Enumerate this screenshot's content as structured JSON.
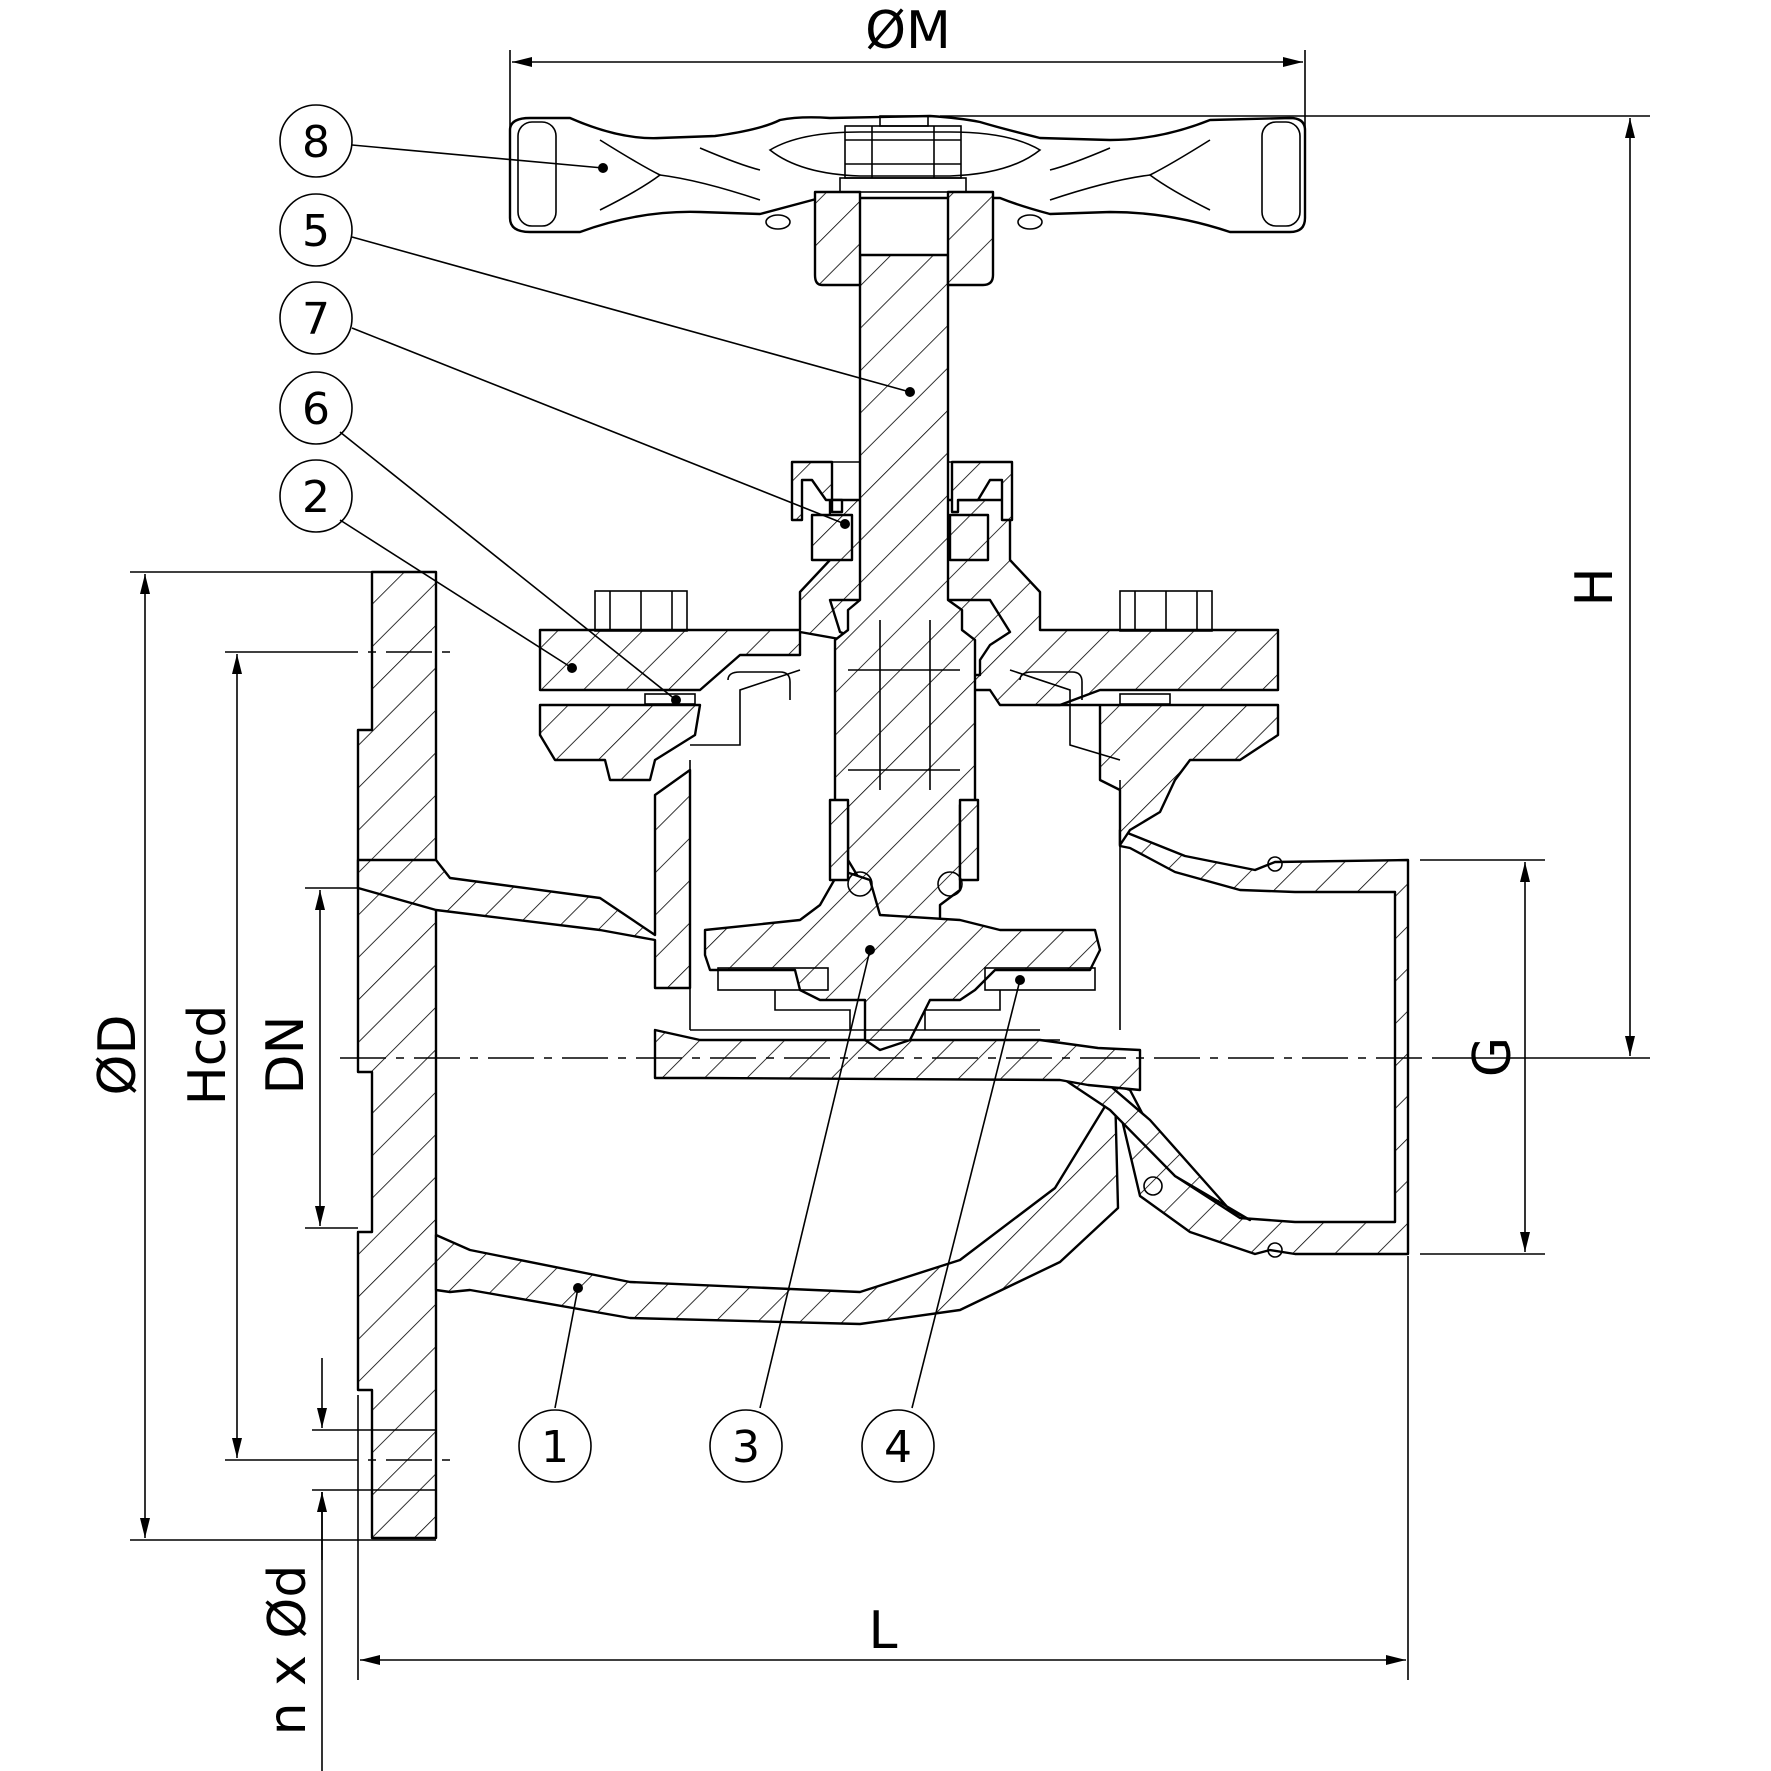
{
  "drawing": {
    "dimensions": {
      "handwheel_diameter": "ØM",
      "height": "H",
      "flange_diameter": "ØD",
      "bolt_circle": "Hcd",
      "nominal_diameter": "DN",
      "thread": "G",
      "length": "L",
      "holes": "n x Ød"
    },
    "part_numbers": [
      "8",
      "5",
      "7",
      "6",
      "2",
      "1",
      "3",
      "4"
    ],
    "colors": {
      "line": "#000000",
      "background": "#ffffff"
    }
  }
}
